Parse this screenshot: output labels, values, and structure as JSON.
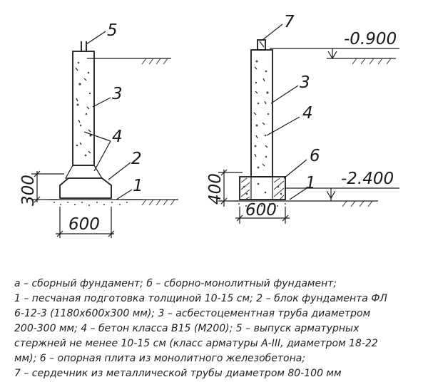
{
  "diagram": {
    "labels": {
      "a_5": "5",
      "a_3": "3",
      "a_4": "4",
      "a_2": "2",
      "a_1": "1",
      "a_dim_h": "300",
      "a_dim_w": "600",
      "b_7": "7",
      "b_3": "3",
      "b_4": "4",
      "b_6": "6",
      "b_1": "1",
      "b_dim_h": "400",
      "b_dim_w": "600",
      "elev_top": "-0.900",
      "elev_bottom": "-2.400"
    }
  },
  "caption": {
    "lines": [
      "а – сборный фундамент; б – сборно-монолитный фундамент;",
      "1 – песчаная подготовка толщиной 10-15 см; 2 – блок фундамента ФЛ",
      "6-12-3 (1180х600х300 мм); 3 – асбестоцементная труба диаметром",
      "200-300 мм; 4 – бетон класса В15 (М200); 5 – выпуск арматурных",
      "стержней не менее 10-15 см (класс арматуры А-III, диаметром 18-22",
      "мм); 6 – опорная плита из монолитного железобетона;",
      "7 – сердечник из металлической трубы диаметром 80-100 мм"
    ]
  }
}
